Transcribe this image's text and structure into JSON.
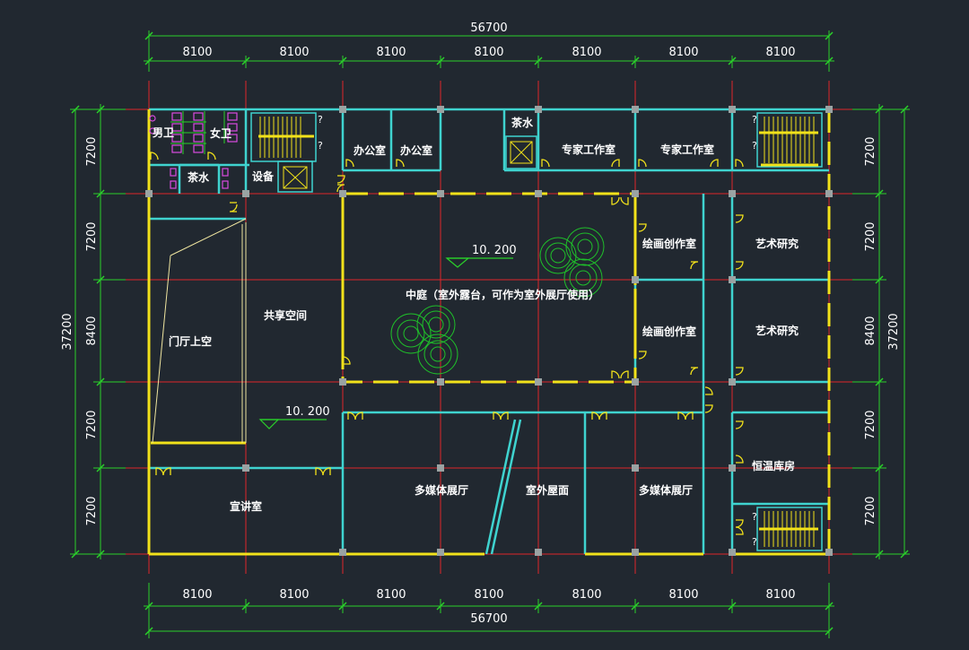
{
  "dimensions": {
    "total_width": "56700",
    "bay_width": "8100",
    "bays_count_label": [
      "8100",
      "8100",
      "8100",
      "8100",
      "8100",
      "8100",
      "8100"
    ],
    "total_depth": "37200",
    "rows": [
      "7200",
      "7200",
      "8400",
      "7200",
      "7200"
    ]
  },
  "rooms": {
    "male_wc": "男卫",
    "female_wc": "女卫",
    "tea_left": "茶水",
    "equipment": "设备",
    "office_1": "办公室",
    "office_2": "办公室",
    "tea_top": "茶水",
    "expert_1": "专家工作室",
    "expert_2": "专家工作室",
    "painting_1": "绘画创作室",
    "painting_2": "绘画创作室",
    "art_1": "艺术研究",
    "art_2": "艺术研究",
    "atrium": "中庭（室外露台，可作为室外展厅使用）",
    "shared": "共享空间",
    "lobby_void": "门厅上空",
    "lecture": "宣讲室",
    "media_1": "多媒体展厅",
    "outdoor_roof": "室外屋面",
    "media_2": "多媒体展厅",
    "storage": "恒温库房"
  },
  "levels": {
    "atrium_level": "10. 200",
    "shared_level": "10. 200"
  },
  "stair_marks": [
    "?",
    "?",
    "?",
    "?",
    "?",
    "?"
  ],
  "colors": {
    "background": "#212830",
    "wall_yellow": "#f2e21a",
    "wall_cyan": "#3fd3cf",
    "axis_red": "#e0262a",
    "dim_green": "#2ad12a",
    "tree_green": "#1fbf2a",
    "column_gray": "#9aa3a3",
    "door_yellow": "#f2e21a",
    "fixture_magenta": "#d94be0"
  }
}
